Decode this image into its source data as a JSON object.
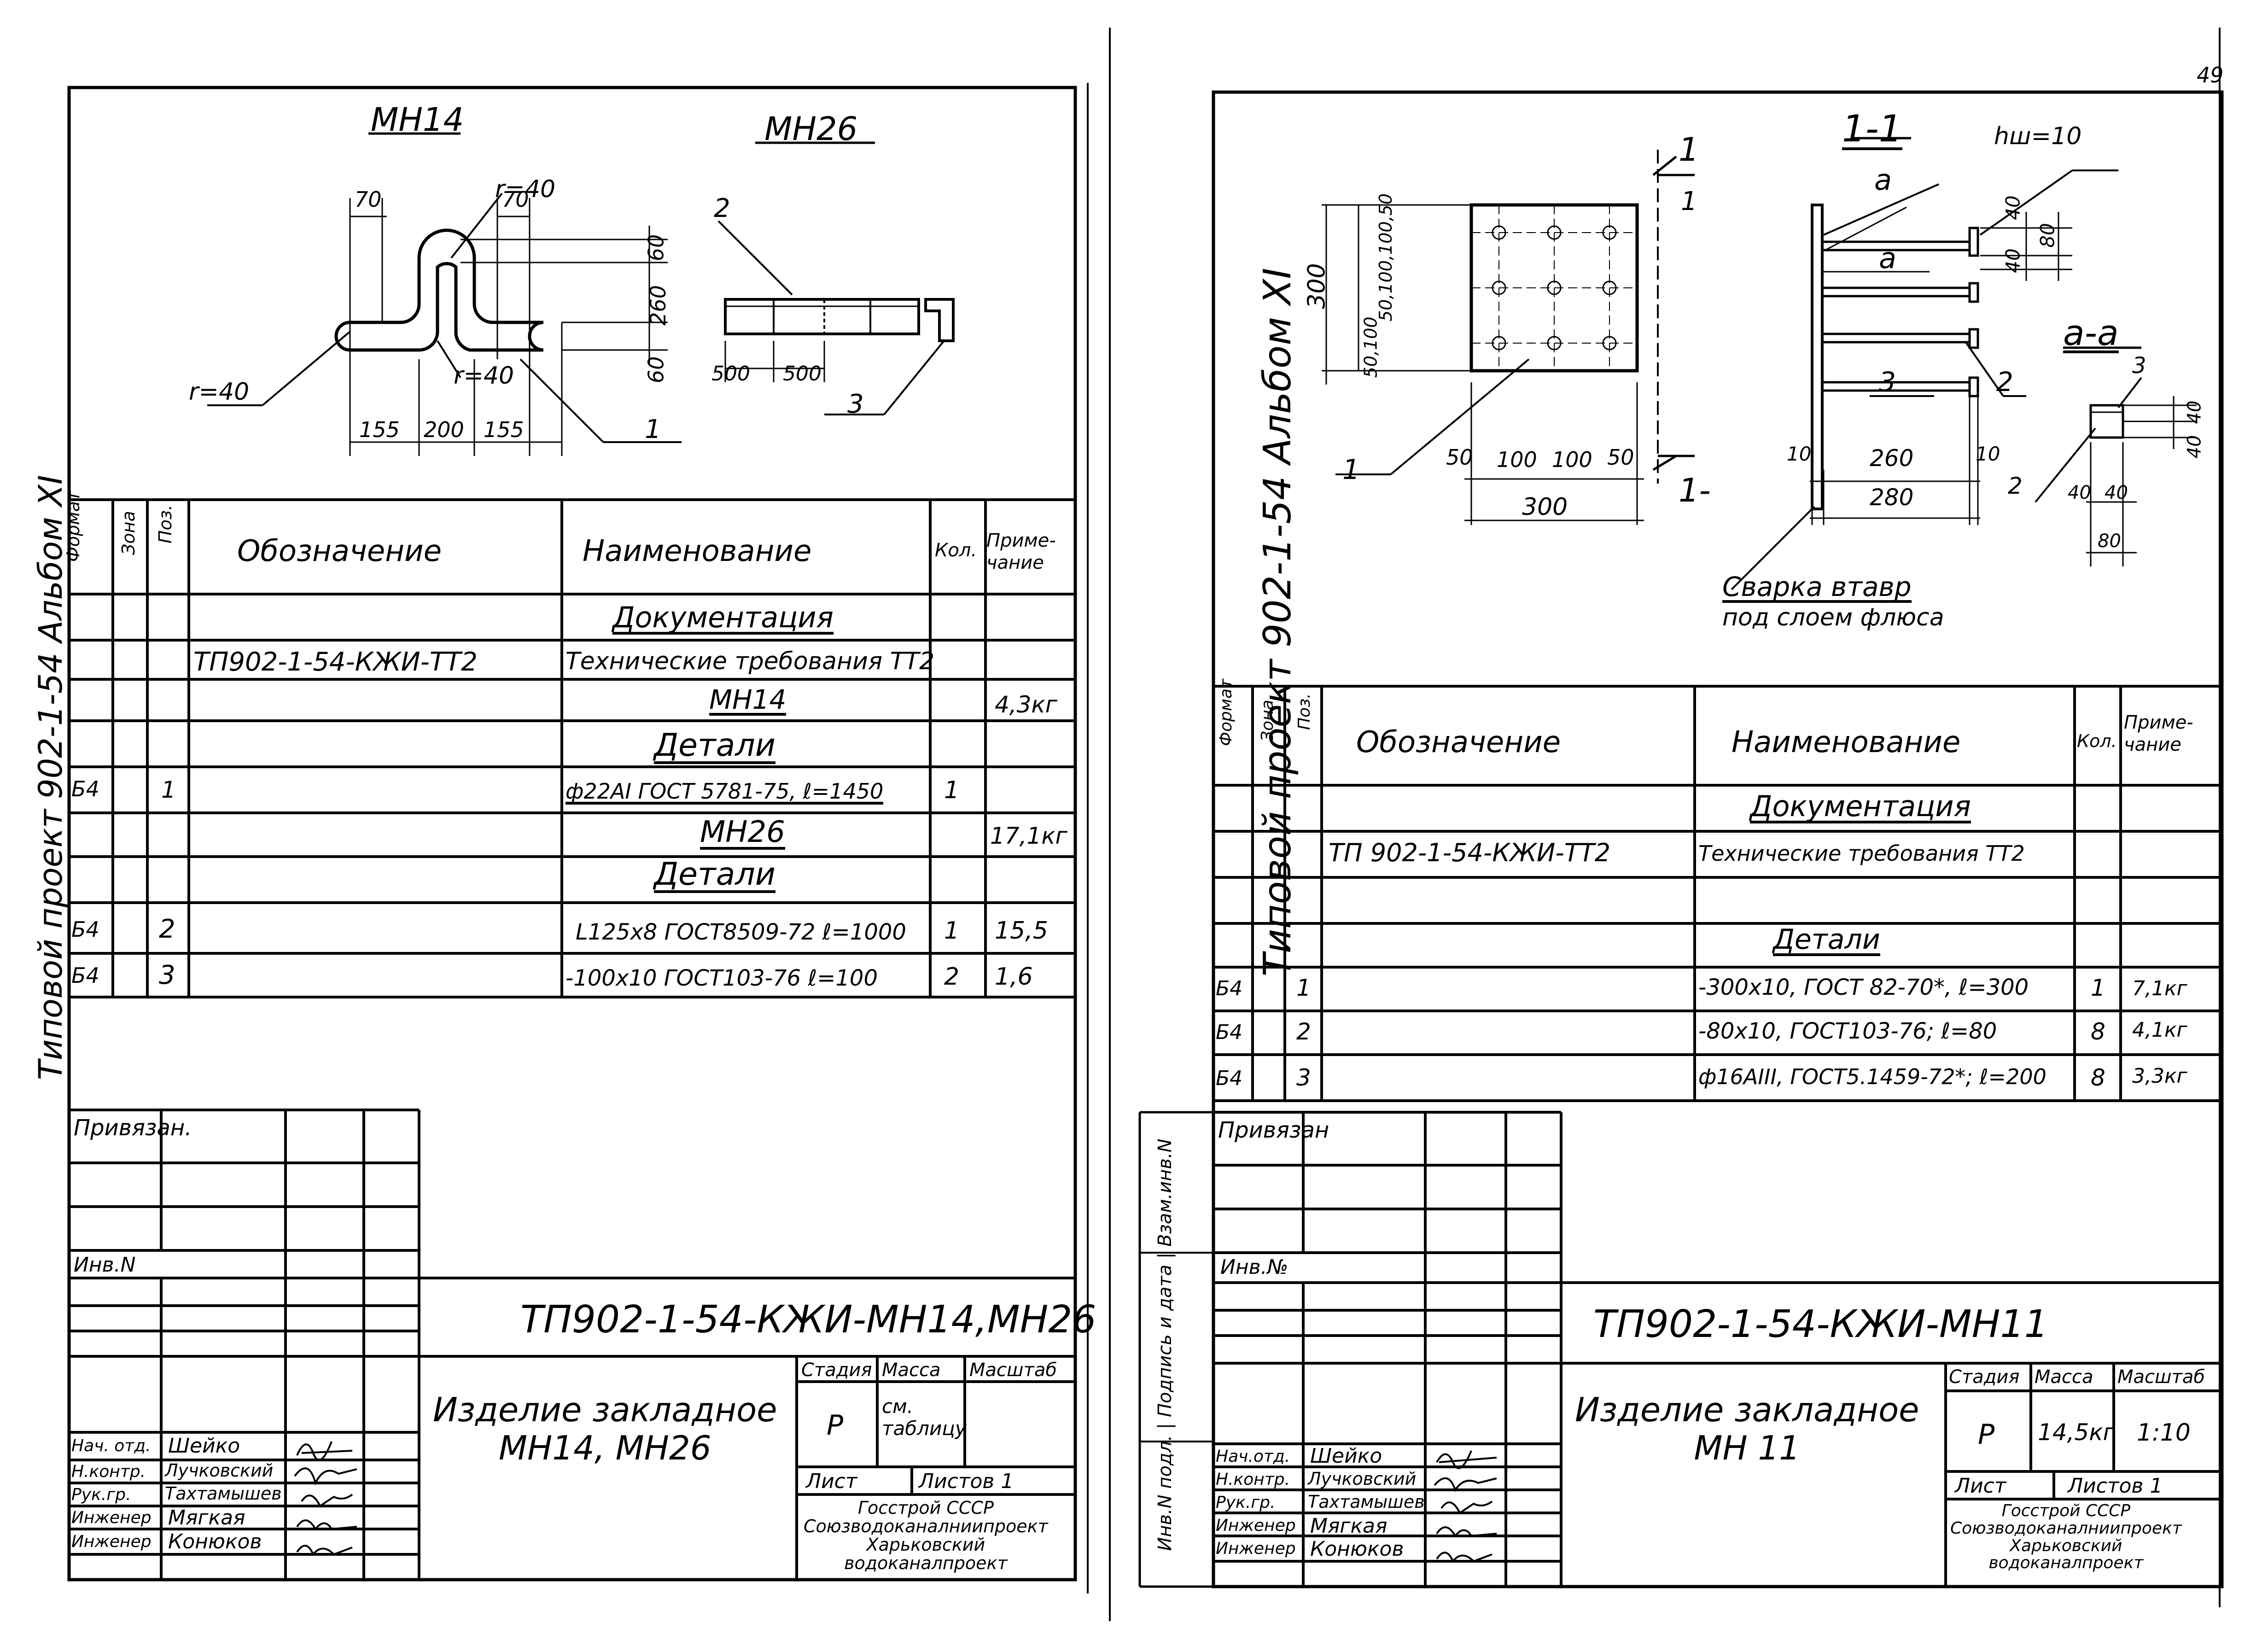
{
  "page_number": "49",
  "left": {
    "side_text": "Типовой проект 902-1-54  Альбом XI",
    "drawing": {
      "title_a": "МН14",
      "title_b": "МН26",
      "dims_a": {
        "r_top": "r=40",
        "r_left": "r=40",
        "r_mid": "r=40",
        "w70_left": "70",
        "w70_right": "70",
        "h60_top": "60",
        "h260": "260",
        "h60_bot": "60",
        "b155a": "155",
        "b200": "200",
        "b155b": "155",
        "callout": "1"
      },
      "dims_b": {
        "d500a": "500",
        "d500b": "500",
        "callout2": "2",
        "callout3": "3"
      }
    },
    "spec": {
      "headers": {
        "format": "Формат",
        "zone": "Зона",
        "pos": "Поз.",
        "designation": "Обозначение",
        "name": "Наименование",
        "qty": "Кол.",
        "note": "Приме-чание"
      },
      "rows": [
        {
          "format": "",
          "pos": "",
          "designation": "",
          "name": "Документация",
          "qty": "",
          "note": ""
        },
        {
          "format": "",
          "pos": "",
          "designation": "ТП902-1-54-КЖИ-ТТ2",
          "name": "Технические требования ТТ2",
          "qty": "",
          "note": ""
        },
        {
          "format": "",
          "pos": "",
          "designation": "",
          "name": "МН14",
          "qty": "",
          "note": "4,3кг"
        },
        {
          "format": "",
          "pos": "",
          "designation": "",
          "name": "Детали",
          "qty": "",
          "note": ""
        },
        {
          "format": "Б4",
          "pos": "1",
          "designation": "",
          "name": "ф22АI ГОСТ 5781-75, ℓ=1450",
          "qty": "1",
          "note": ""
        },
        {
          "format": "",
          "pos": "",
          "designation": "",
          "name": "МН26",
          "qty": "",
          "note": "17,1кг"
        },
        {
          "format": "",
          "pos": "",
          "designation": "",
          "name": "Детали",
          "qty": "",
          "note": ""
        },
        {
          "format": "Б4",
          "pos": "2",
          "designation": "",
          "name": "L125х8 ГОСТ8509-72 ℓ=1000",
          "qty": "1",
          "note": "15,5"
        },
        {
          "format": "Б4",
          "pos": "3",
          "designation": "",
          "name": "-100х10 ГОСТ103-76 ℓ=100",
          "qty": "2",
          "note": "1,6"
        }
      ]
    },
    "privyazan": "Привязан.",
    "inv_no": "Инв.N",
    "doc_code": "ТП902-1-54-КЖИ-МН14,МН26",
    "item_title": "Изделие закладное\nМН14, МН26",
    "stage_hdr": {
      "stage": "Стадия",
      "mass": "Масса",
      "scale": "Масштаб"
    },
    "stage_val": {
      "stage": "Р",
      "mass": "см. таблицу",
      "scale": ""
    },
    "sheet": "Лист",
    "sheets": "Листов 1",
    "org": "Госстрой СССР\nСоюзводоканалниипроект\nХарьковский\nводоканалпроект",
    "signers": [
      {
        "role": "Нач. отд.",
        "name": "Шейко"
      },
      {
        "role": "Н.контр.",
        "name": "Лучковский"
      },
      {
        "role": "Рук.гр.",
        "name": "Тахтамышев"
      },
      {
        "role": "Инженер",
        "name": "Мягкая"
      },
      {
        "role": "Инженер",
        "name": "Конюков"
      }
    ]
  },
  "right": {
    "side_text": "Типовой проект 902-1-54  Альбом XI",
    "side_cols": "Инв.N подл. | Подпись и дата | Взам.инв.N",
    "drawing": {
      "section_top": "1",
      "section_bot": "1-",
      "callout1": "1",
      "callout1b": "1",
      "v300": "300",
      "v50a": "50,100,100,50",
      "v50b": "50,100",
      "b50a": "50",
      "b100a": "100",
      "b100b": "100",
      "b50b": "50",
      "b300": "300",
      "sec11": "1-1",
      "hw": "hш=10",
      "a_top": "а",
      "a_mid": "а",
      "d40a": "40",
      "d40b": "40",
      "d80": "80",
      "c3": "3",
      "c2": "2",
      "d10a": "10",
      "d260": "260",
      "d10b": "10",
      "d280": "280",
      "aa": "а-а",
      "aa3": "3",
      "aa2": "2",
      "aa40a": "40",
      "aa40b": "40",
      "aa40c": "40",
      "aa40d": "40",
      "aa80": "80",
      "weld1": "Сварка втавр",
      "weld2": "под слоем флюса"
    },
    "spec": {
      "headers": {
        "format": "Формат",
        "zone": "Зона",
        "pos": "Поз.",
        "designation": "Обозначение",
        "name": "Наименование",
        "qty": "Кол.",
        "note": "Приме-чание"
      },
      "rows": [
        {
          "format": "",
          "pos": "",
          "designation": "",
          "name": "Документация",
          "qty": "",
          "note": ""
        },
        {
          "format": "",
          "pos": "",
          "designation": "ТП 902-1-54-КЖИ-ТТ2",
          "name": "Технические требования ТТ2",
          "qty": "",
          "note": ""
        },
        {
          "format": "",
          "pos": "",
          "designation": "",
          "name": "",
          "qty": "",
          "note": ""
        },
        {
          "format": "",
          "pos": "",
          "designation": "",
          "name": "Детали",
          "qty": "",
          "note": ""
        },
        {
          "format": "Б4",
          "pos": "1",
          "designation": "",
          "name": "-300х10, ГОСТ 82-70*, ℓ=300",
          "qty": "1",
          "note": "7,1кг"
        },
        {
          "format": "Б4",
          "pos": "2",
          "designation": "",
          "name": "-80х10, ГОСТ103-76; ℓ=80",
          "qty": "8",
          "note": "4,1кг"
        },
        {
          "format": "Б4",
          "pos": "3",
          "designation": "",
          "name": "ф16АIII, ГОСТ5.1459-72*; ℓ=200",
          "qty": "8",
          "note": "3,3кг"
        }
      ]
    },
    "privyazan": "Привязан",
    "inv_no": "Инв.№",
    "doc_code": "ТП902-1-54-КЖИ-МН11",
    "item_title": "Изделие закладное\nМН 11",
    "stage_hdr": {
      "stage": "Стадия",
      "mass": "Масса",
      "scale": "Масштаб"
    },
    "stage_val": {
      "stage": "Р",
      "mass": "14,5кг",
      "scale": "1:10"
    },
    "sheet": "Лист",
    "sheets": "Листов 1",
    "org": "Госстрой СССР\nСоюзводоканалниипроект\nХарьковский\nводоканалпроект",
    "signers": [
      {
        "role": "Нач.отд.",
        "name": "Шейко"
      },
      {
        "role": "Н.контр.",
        "name": "Лучковский"
      },
      {
        "role": "Рук.гр.",
        "name": "Тахтамышев"
      },
      {
        "role": "Инженер",
        "name": "Мягкая"
      },
      {
        "role": "Инженер",
        "name": "Конюков"
      }
    ]
  }
}
